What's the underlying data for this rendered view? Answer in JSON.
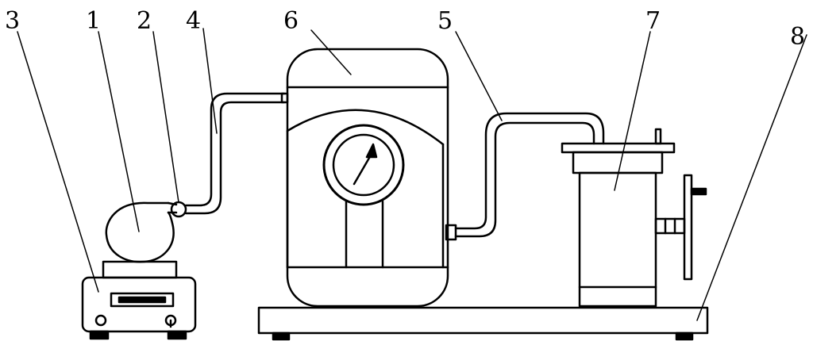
{
  "callouts": {
    "c1": "1",
    "c2": "2",
    "c3": "3",
    "c4": "4",
    "c5": "5",
    "c6": "6",
    "c7": "7",
    "c8": "8"
  },
  "colors": {
    "stroke": "#000000",
    "background": "#ffffff"
  }
}
